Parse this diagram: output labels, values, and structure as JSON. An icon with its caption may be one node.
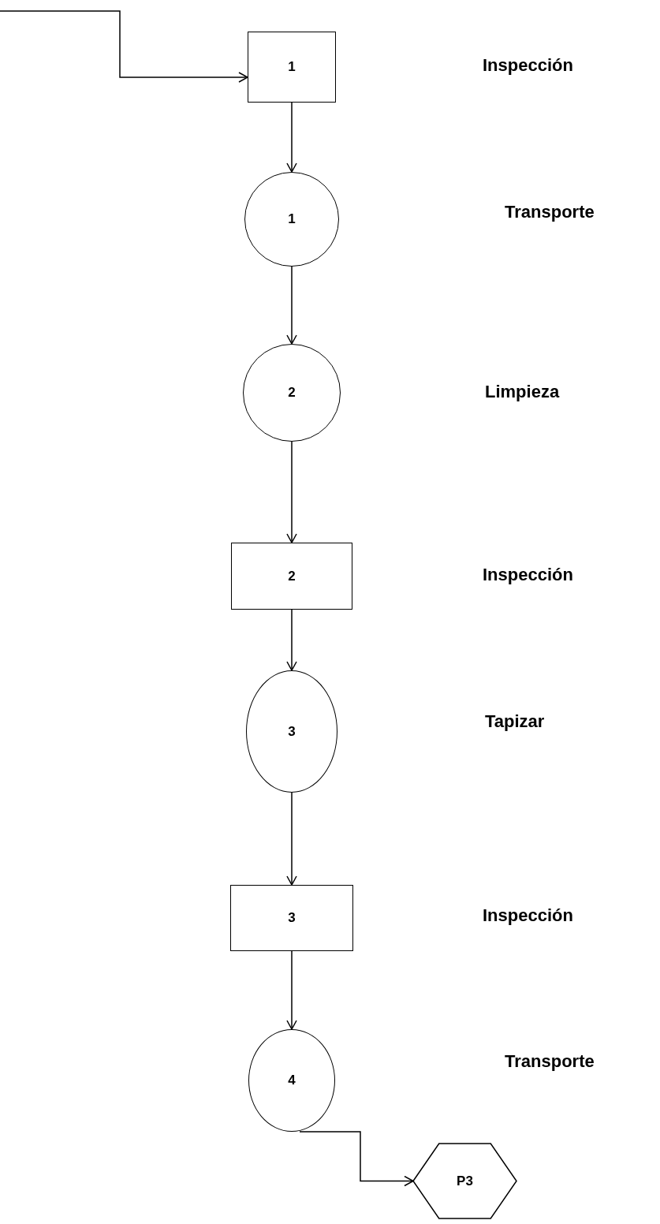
{
  "diagram": {
    "nodes": [
      {
        "text": [
          "1"
        ]
      },
      {
        "text": [
          "1"
        ]
      },
      {
        "text": [
          "2"
        ]
      },
      {
        "text": [
          "2"
        ]
      },
      {
        "text": [
          "3"
        ]
      },
      {
        "text": [
          "3"
        ]
      },
      {
        "text": [
          "4"
        ]
      },
      {
        "text": [
          "P3"
        ]
      }
    ],
    "edges": [
      {
        "from": null,
        "to": 0,
        "arrow": "to"
      },
      {
        "from": 0,
        "to": 1,
        "arrow": "to"
      },
      {
        "from": 1,
        "to": 2,
        "arrow": "to"
      },
      {
        "from": 2,
        "to": 3,
        "arrow": "to"
      },
      {
        "from": 3,
        "to": 4,
        "arrow": "to"
      },
      {
        "from": 4,
        "to": 5,
        "arrow": "to"
      },
      {
        "from": 5,
        "to": 6,
        "arrow": "to"
      },
      {
        "from": 6,
        "to": 7,
        "arrow": "to"
      }
    ],
    "labels": [
      "Inspección",
      "Transporte",
      "Limpieza",
      "Inspección",
      "Tapizar",
      "Inspección",
      "Transporte"
    ]
  }
}
